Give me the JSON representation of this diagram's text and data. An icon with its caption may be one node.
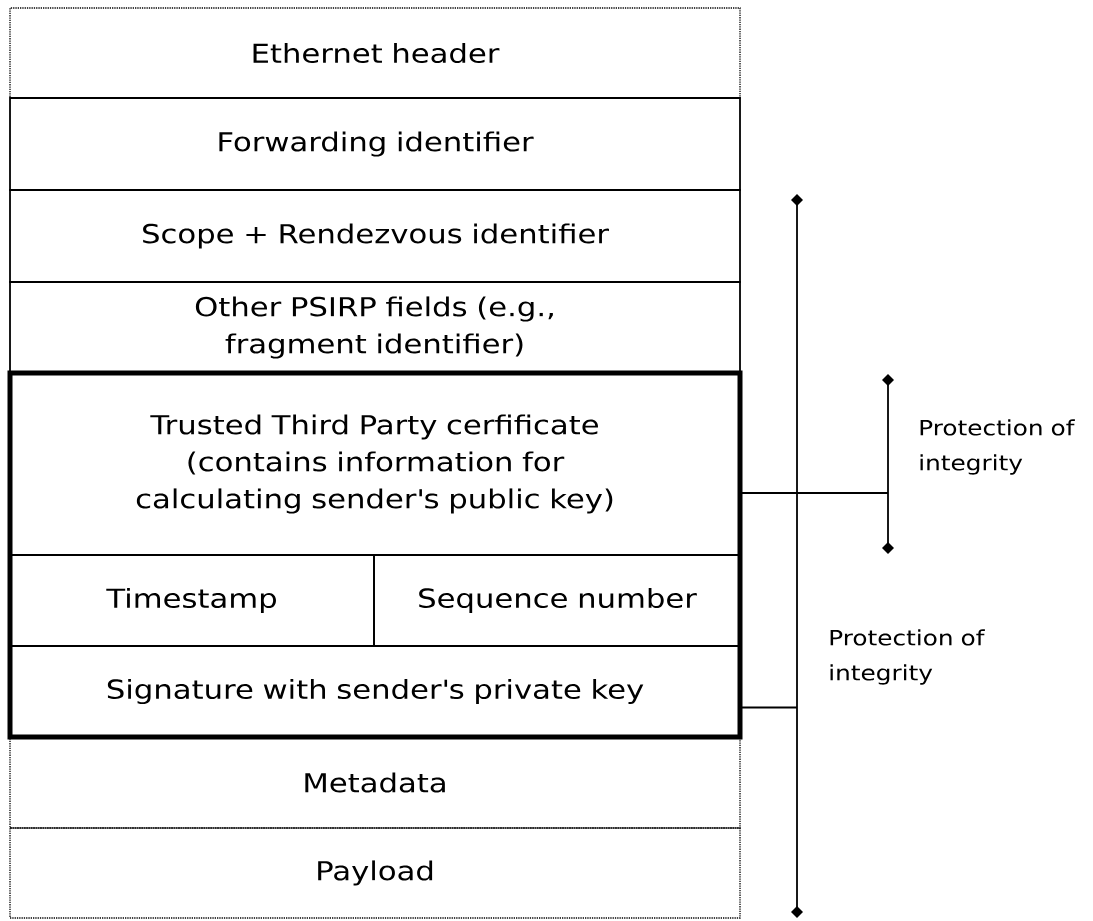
{
  "diagram": {
    "nodes": [
      {
        "text": [
          "Ethernet header"
        ]
      },
      {
        "text": [
          "Forwarding identifier"
        ]
      },
      {
        "text": [
          "Scope + Rendezvous identifier"
        ]
      },
      {
        "text": [
          "Other PSIRP fields (e.g., fragment identifier)"
        ]
      },
      {
        "text": [],
        "shape": "box"
      },
      {
        "text": [
          "Trusted Third Party cerfificate (contains information for calculating sender's public key)"
        ],
        "in": 4
      },
      {
        "text": [
          "Timestamp"
        ],
        "in": 4
      },
      {
        "text": [
          "Sequence number"
        ],
        "in": 4
      },
      {
        "text": [
          "Signature with sender's private key"
        ],
        "in": 4
      },
      {
        "text": [
          "Metadata"
        ]
      },
      {
        "text": [
          "Payload"
        ]
      },
      {
        "text": [],
        "shape": "bar",
        "beside": [
          "Protection of integrity"
        ]
      },
      {
        "text": [],
        "shape": "bar",
        "beside": [
          "Protection of integrity"
        ]
      }
    ],
    "edges": [
      {
        "from": 5,
        "to": 11,
        "arrow": "none"
      },
      {
        "from": 8,
        "to": 12,
        "arrow": "none"
      }
    ]
  }
}
